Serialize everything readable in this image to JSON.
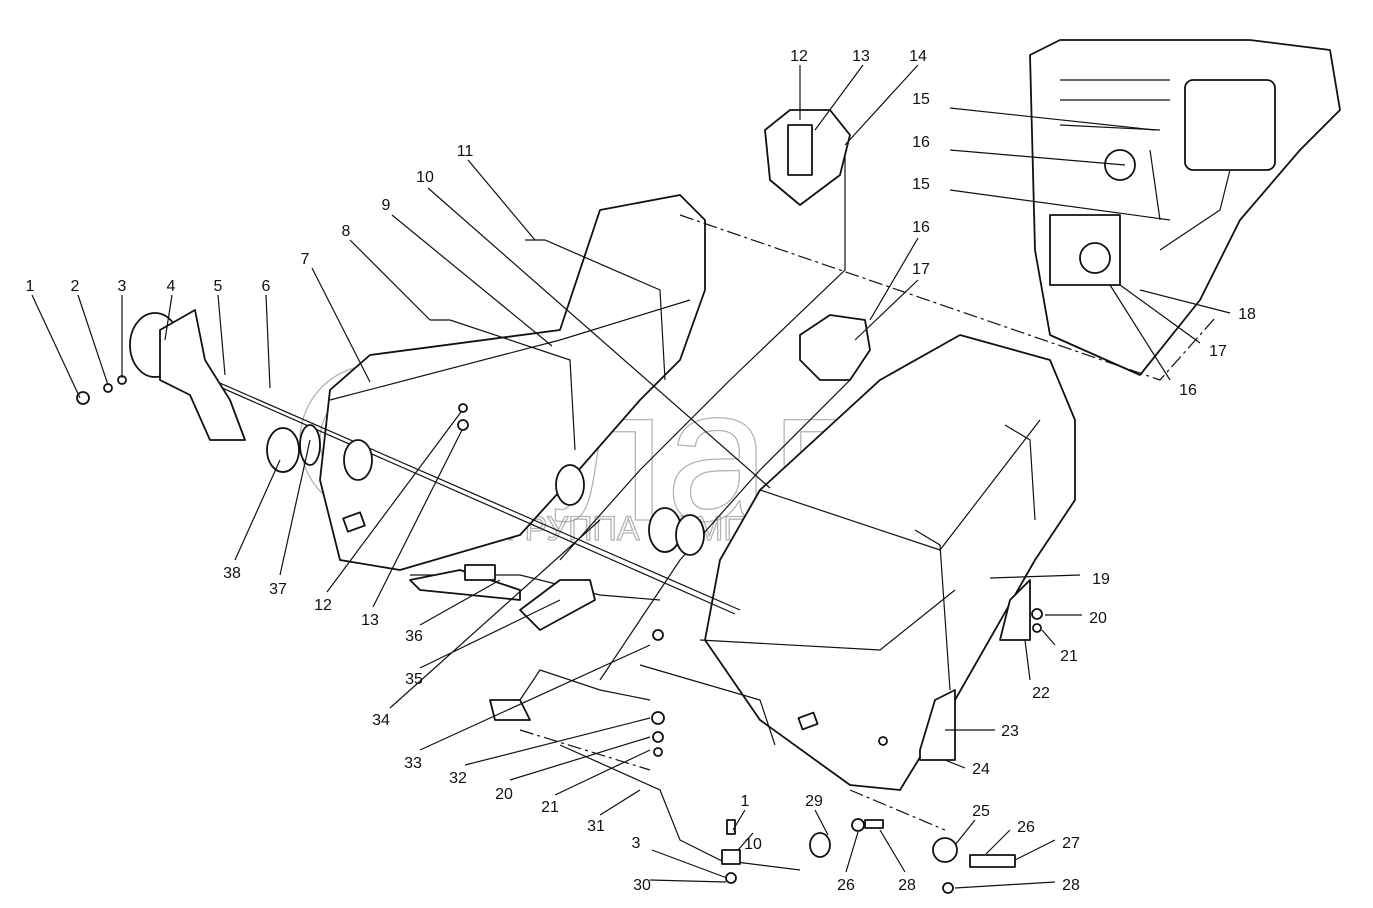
{
  "diagram": {
    "watermark": {
      "brand": "белагро",
      "subtitle": "ГРУППА КОМПАНИЙ"
    },
    "callouts": [
      "1",
      "2",
      "3",
      "4",
      "5",
      "6",
      "7",
      "8",
      "9",
      "10",
      "11",
      "12",
      "13",
      "14",
      "15",
      "16",
      "15",
      "16",
      "17",
      "18",
      "17",
      "16",
      "19",
      "20",
      "21",
      "22",
      "23",
      "24",
      "25",
      "26",
      "27",
      "28",
      "28",
      "26",
      "29",
      "1",
      "10",
      "3",
      "30",
      "31",
      "21",
      "20",
      "32",
      "33",
      "34",
      "35",
      "36",
      "13",
      "12",
      "37",
      "38"
    ]
  }
}
